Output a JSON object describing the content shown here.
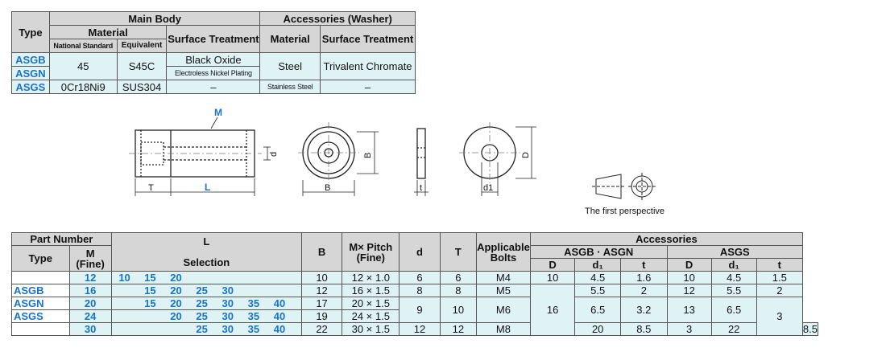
{
  "material_table": {
    "h_type": "Type",
    "h_main_body": "Main Body",
    "h_accessories": "Accessories (Washer)",
    "h_material": "Material",
    "h_national_standard": "National Standard",
    "h_equivalent": "Equivalent",
    "h_surface_treatment": "Surface Treatment",
    "h_acc_material": "Material",
    "h_acc_surface_treatment": "Surface Treatment",
    "types": [
      "ASGB",
      "ASGN",
      "ASGS"
    ],
    "row_ab": {
      "national_standard": "45",
      "equivalent": "S45C",
      "surface_treatment_1": "Black Oxide",
      "surface_treatment_2": "Electroless Nickel Plating",
      "acc_material": "Steel",
      "acc_surface_treatment": "Trivalent Chromate"
    },
    "row_s": {
      "national_standard": "0Cr18Ni9",
      "equivalent": "SUS304",
      "surface_treatment": "–",
      "acc_material": "Stainless Steel",
      "acc_surface_treatment": "–"
    }
  },
  "diagram_labels": {
    "m": "M",
    "d": "d",
    "t": "T",
    "l": "L",
    "b_side": "B",
    "b_bottom": "B",
    "washer_t": "t",
    "d1": "d1",
    "big_d": "D",
    "perspective": "The first perspective"
  },
  "spec_table": {
    "h_part_number": "Part Number",
    "h_type": "Type",
    "h_m": "M",
    "h_fine": "(Fine)",
    "h_l": "L",
    "h_selection": "Selection",
    "h_b": "B",
    "h_mpitch": "M× Pitch",
    "h_mpitch_fine": "(Fine)",
    "h_d": "d",
    "h_t": "T",
    "h_bolts_1": "Applicable",
    "h_bolts_2": "Bolts",
    "h_accessories": "Accessories",
    "h_asgb_asgn": "ASGB · ASGN",
    "h_asgs": "ASGS",
    "h_acc_D": "D",
    "h_acc_d1": "d₁",
    "h_acc_t": "t",
    "types": [
      "ASGB",
      "ASGN",
      "ASGS"
    ],
    "rows": [
      {
        "m": "12",
        "l": [
          "10",
          "15",
          "20",
          "",
          "",
          "",
          "",
          ""
        ],
        "b": "10",
        "mp": "12 × 1.0",
        "d": "6",
        "T": "6",
        "bolt": "M4",
        "aD": "10",
        "ad1": "4.5",
        "at": "1.6",
        "sD": "10",
        "sd1": "4.5",
        "st": "1.5"
      },
      {
        "m": "16",
        "l": [
          "",
          "15",
          "20",
          "25",
          "30",
          "",
          "",
          ""
        ],
        "b": "12",
        "mp": "16 × 1.5",
        "d": "8",
        "T": "8",
        "bolt": "M5",
        "ad1": "5.5",
        "at": "2",
        "sD": "12",
        "sd1": "5.5",
        "st": "2"
      },
      {
        "m": "20",
        "l": [
          "",
          "15",
          "20",
          "25",
          "30",
          "35",
          "40",
          ""
        ],
        "b": "17",
        "mp": "20 × 1.5"
      },
      {
        "m": "24",
        "l": [
          "",
          "",
          "20",
          "25",
          "30",
          "35",
          "40",
          ""
        ],
        "b": "19",
        "mp": "24 × 1.5"
      },
      {
        "m": "30",
        "l": [
          "",
          "",
          "",
          "25",
          "30",
          "35",
          "40",
          ""
        ],
        "b": "22",
        "mp": "30 × 1.5",
        "d": "12",
        "T": "12",
        "bolt": "M8",
        "aD": "20",
        "ad1": "8.5",
        "at": "3",
        "sD": "22",
        "sd1": "8.5"
      }
    ],
    "merged": {
      "d_mid": "9",
      "T_mid": "10",
      "bolt_mid": "M6",
      "aD_mid": "16",
      "ad1_mid": "6.5",
      "at_mid": "3.2",
      "sD_mid": "13",
      "sd1_mid": "6.5",
      "st_bottom": "3"
    }
  }
}
